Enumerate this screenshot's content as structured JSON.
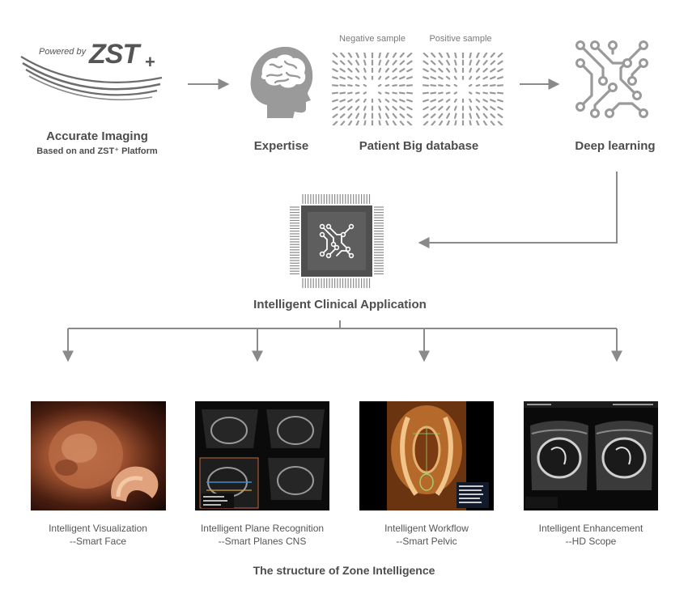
{
  "logo": {
    "powered_by": "Powered by",
    "brand": "ZST",
    "brand_plus": "+"
  },
  "nodes": {
    "accurate_imaging": {
      "title": "Accurate Imaging",
      "subtitle": "Based on and ZST⁺ Platform"
    },
    "expertise": {
      "title": "Expertise"
    },
    "database": {
      "title": "Patient Big database",
      "negative": "Negative sample",
      "positive": "Positive sample"
    },
    "deep_learning": {
      "title": "Deep learning"
    },
    "clinical_app": {
      "title": "Intelligent Clinical Application"
    }
  },
  "outputs": [
    {
      "line1": "Intelligent Visualization",
      "line2": "--Smart Face"
    },
    {
      "line1": "Intelligent Plane Recognition",
      "line2": "--Smart Planes CNS"
    },
    {
      "line1": "Intelligent Workflow",
      "line2": "--Smart Pelvic"
    },
    {
      "line1": "Intelligent Enhancement",
      "line2": "--HD Scope"
    }
  ],
  "footer": {
    "title": "The structure of Zone Intelligence"
  },
  "colors": {
    "arrow": "#8a8a8a",
    "icon": "#9a9a9a",
    "text": "#4d4d4d",
    "chip": "#5a5a5a"
  },
  "icons": {
    "logo": "zst-swoosh-logo",
    "expertise": "brain-head-icon",
    "negative": "radial-lines-pattern",
    "positive": "radial-lines-pattern",
    "deep_learning": "circuit-icon",
    "chip": "processor-chip-icon"
  }
}
